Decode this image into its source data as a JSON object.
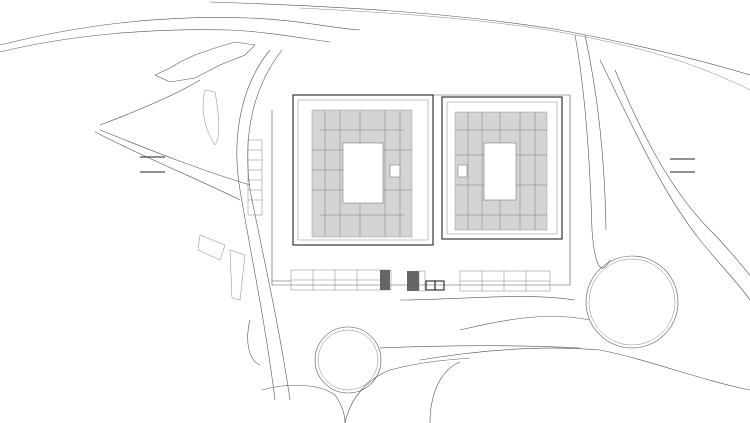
{
  "drawing": {
    "type": "site-plan",
    "buildings": 2,
    "roundabouts": 2,
    "section_markers": 2,
    "colors": {
      "line": "#555555",
      "courtyard_fill": "#d4d4d4",
      "background": "#ffffff"
    }
  }
}
